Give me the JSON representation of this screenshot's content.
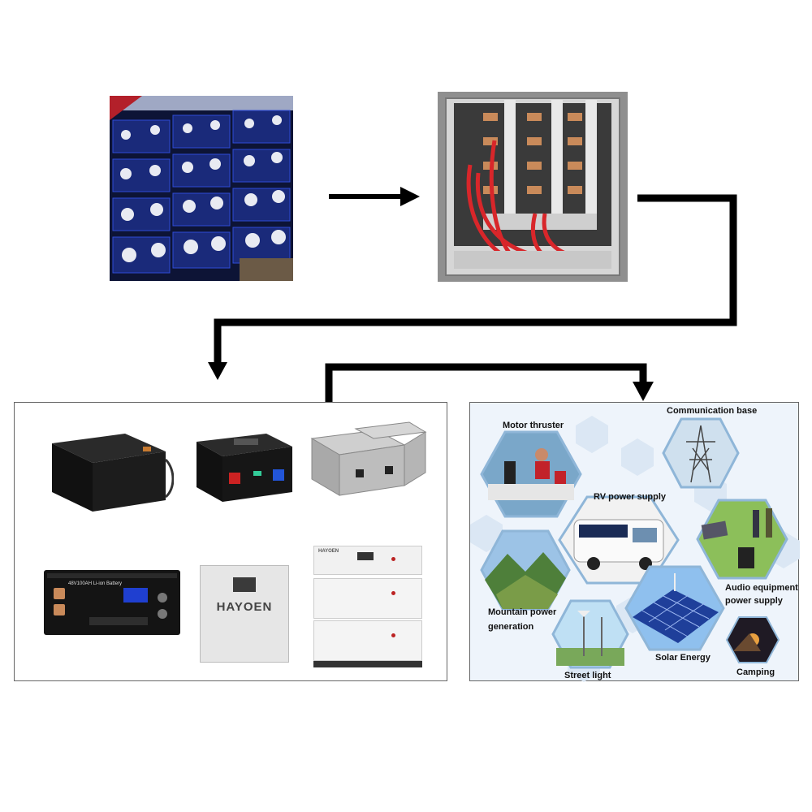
{
  "labels": {
    "motor_thruster": "Motor thruster",
    "communication_base": "Communication base",
    "rv_power_supply": "RV power supply",
    "audio_equipment": "Audio equipment",
    "power_supply": "power supply",
    "mountain_power": "Mountain power",
    "generation": "generation",
    "solar_energy": "Solar Energy",
    "street_light": "Street light",
    "camping": "Camping"
  },
  "products": {
    "rack_label": "48V100AH Li-ion Battery",
    "brand": "HAYOEN",
    "brand_small": "HAYOEN"
  },
  "colors": {
    "arrow": "#000000",
    "panel_border": "#666666",
    "hex_bg": "#dbe7f4"
  }
}
